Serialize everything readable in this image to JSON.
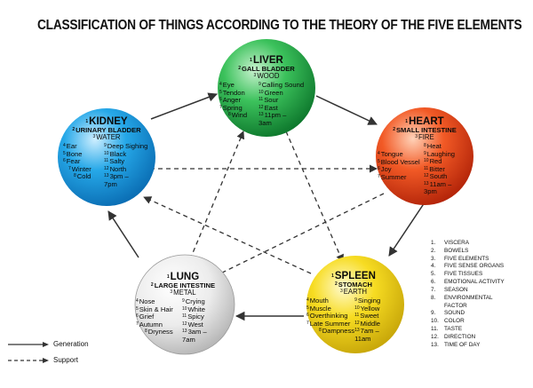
{
  "title": "CLASSIFICATION OF THINGS ACCORDING TO THE THEORY OF THE FIVE ELEMENTS",
  "colors": {
    "liver": "#1fb24a",
    "heart": "#e8481e",
    "spleen": "#f2d21a",
    "lung": "#e6e6e6",
    "kidney": "#1a9fe2",
    "arrow": "#333333"
  },
  "elements": {
    "liver": {
      "name": "LIVER",
      "bowel": "GALL BLADDER",
      "element": "WOOD",
      "left": [
        {
          "n": "4",
          "text": "Eye"
        },
        {
          "n": "5",
          "text": "Tendon"
        },
        {
          "n": "6",
          "text": "Anger"
        },
        {
          "n": "7",
          "text": "Spring"
        },
        {
          "n": "8",
          "text": "Wind"
        }
      ],
      "right": [
        {
          "n": "9",
          "text": "Calling Sound"
        },
        {
          "n": "10",
          "text": "Green"
        },
        {
          "n": "11",
          "text": "Sour"
        },
        {
          "n": "12",
          "text": "East"
        },
        {
          "n": "13",
          "text": "11pm – 3am"
        }
      ]
    },
    "heart": {
      "name": "HEART",
      "bowel": "SMALL INTESTINE",
      "element": "FIRE",
      "left": [
        {
          "n": "4",
          "text": "Tongue"
        },
        {
          "n": "5",
          "text": "Blood Vessel"
        },
        {
          "n": "6",
          "text": "Joy"
        },
        {
          "n": "7",
          "text": "Summer"
        }
      ],
      "right": [
        {
          "n": "8",
          "text": "Heat"
        },
        {
          "n": "9",
          "text": "Laughing"
        },
        {
          "n": "10",
          "text": "Red"
        },
        {
          "n": "11",
          "text": "Bitter"
        },
        {
          "n": "12",
          "text": "South"
        },
        {
          "n": "13",
          "text": "11am – 3pm"
        }
      ]
    },
    "spleen": {
      "name": "SPLEEN",
      "bowel": "STOMACH",
      "element": "EARTH",
      "left": [
        {
          "n": "4",
          "text": "Mouth"
        },
        {
          "n": "5",
          "text": "Muscle"
        },
        {
          "n": "6",
          "text": "Overthinking"
        },
        {
          "n": "7",
          "text": "Late Summer"
        },
        {
          "n": "8",
          "text": "Dampness"
        }
      ],
      "right": [
        {
          "n": "9",
          "text": "Singing"
        },
        {
          "n": "10",
          "text": "Yellow"
        },
        {
          "n": "11",
          "text": "Sweet"
        },
        {
          "n": "12",
          "text": "Middle"
        },
        {
          "n": "13",
          "text": "7am – 11am"
        }
      ]
    },
    "lung": {
      "name": "LUNG",
      "bowel": "LARGE INTESTINE",
      "element": "METAL",
      "left": [
        {
          "n": "4",
          "text": "Nose"
        },
        {
          "n": "5",
          "text": "Skin & Hair"
        },
        {
          "n": "6",
          "text": "Grief"
        },
        {
          "n": "7",
          "text": "Autumn"
        },
        {
          "n": "8",
          "text": "Dryness"
        }
      ],
      "right": [
        {
          "n": "9",
          "text": "Crying"
        },
        {
          "n": "10",
          "text": "White"
        },
        {
          "n": "11",
          "text": "Spicy"
        },
        {
          "n": "12",
          "text": "West"
        },
        {
          "n": "13",
          "text": "3am – 7am"
        }
      ]
    },
    "kidney": {
      "name": "KIDNEY",
      "bowel": "URINARY BLADDER",
      "element": "WATER",
      "left": [
        {
          "n": "4",
          "text": "Ear"
        },
        {
          "n": "5",
          "text": "Bone"
        },
        {
          "n": "6",
          "text": "Fear"
        },
        {
          "n": "7",
          "text": "Winter"
        },
        {
          "n": "8",
          "text": "Cold"
        }
      ],
      "right": [
        {
          "n": "9",
          "text": "Deep Sighing"
        },
        {
          "n": "10",
          "text": "Black"
        },
        {
          "n": "11",
          "text": "Salty"
        },
        {
          "n": "12",
          "text": "North"
        },
        {
          "n": "13",
          "text": "3pm – 7pm"
        }
      ]
    }
  },
  "legend_items": [
    {
      "n": "1.",
      "text": "Viscera"
    },
    {
      "n": "2.",
      "text": "Bowels"
    },
    {
      "n": "3.",
      "text": "Five Elements"
    },
    {
      "n": "4.",
      "text": "Five Sense Organs"
    },
    {
      "n": "5.",
      "text": "Five Tissues"
    },
    {
      "n": "6.",
      "text": "Emotional Activity"
    },
    {
      "n": "7.",
      "text": "Season"
    },
    {
      "n": "8.",
      "text": "Environmental Factor"
    },
    {
      "n": "9.",
      "text": "Sound"
    },
    {
      "n": "10.",
      "text": "Color"
    },
    {
      "n": "11.",
      "text": "Taste"
    },
    {
      "n": "12.",
      "text": "Direction"
    },
    {
      "n": "13.",
      "text": "Time of Day"
    }
  ],
  "key": {
    "generation": "Generation",
    "support": "Support"
  }
}
